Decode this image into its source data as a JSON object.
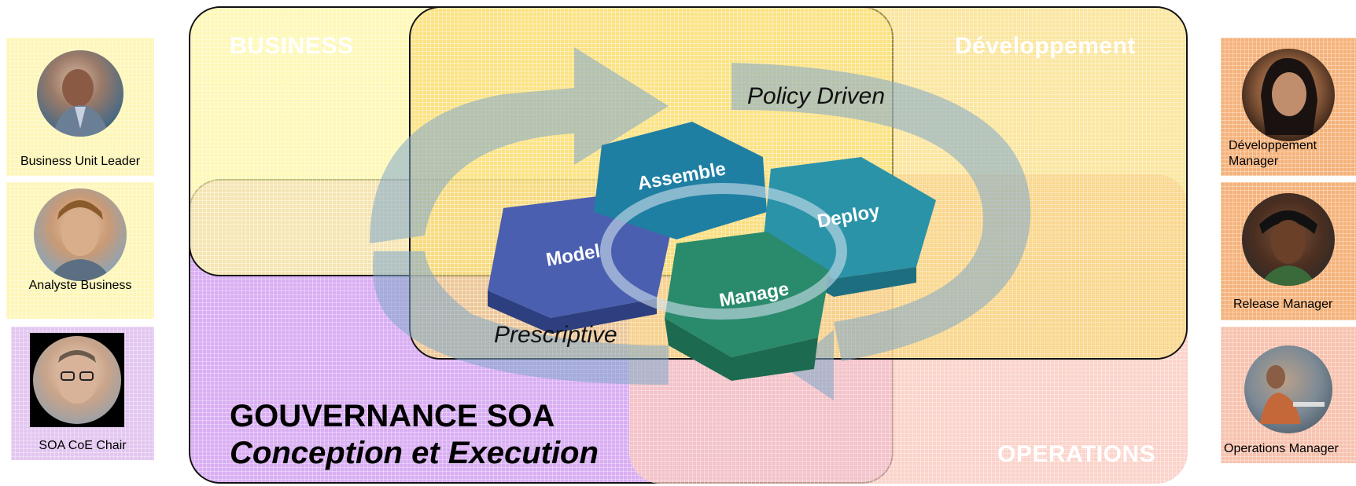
{
  "regions": {
    "business": "BUSINESS",
    "development": "Développement",
    "operations": "OPERATIONS"
  },
  "governance": {
    "title": "GOUVERNANCE SOA",
    "subtitle": "Conception et Execution"
  },
  "flow": {
    "policy_driven": "Policy Driven",
    "prescriptive": "Prescriptive"
  },
  "lifecycle": {
    "assemble": "Assemble",
    "deploy": "Deploy",
    "model": "Model",
    "manage": "Manage"
  },
  "personas_left": [
    {
      "label": "Business Unit Leader",
      "photo_icon": "business-unit-leader-photo"
    },
    {
      "label": "Analyste Business",
      "photo_icon": "business-analyst-photo"
    },
    {
      "label": "SOA CoE Chair",
      "photo_icon": "soa-coe-chair-photo"
    }
  ],
  "personas_right": [
    {
      "label_line1": "Développement",
      "label_line2": "Manager",
      "photo_icon": "development-manager-photo"
    },
    {
      "label": "Release Manager",
      "photo_icon": "release-manager-photo"
    },
    {
      "label": "Operations Manager",
      "photo_icon": "operations-manager-photo"
    }
  ],
  "colors": {
    "business": "#fdf3a8",
    "development": "#f7d86a",
    "governance": "#d7a6f0",
    "operations": "#f7c9a8",
    "hex_assemble": "#1f7fa3",
    "hex_deploy": "#2a93a8",
    "hex_model": "#4a5fb0",
    "hex_manage": "#2a8a6c",
    "arrow": "#7fa8c8"
  }
}
